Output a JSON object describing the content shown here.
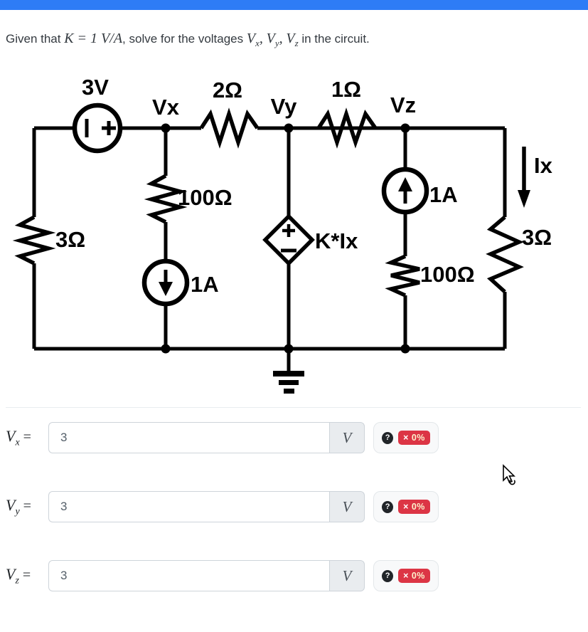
{
  "top_bar": {
    "color": "#2e7cf6"
  },
  "problem": {
    "given": "Given that ",
    "k_expr": "K = 1 V/A",
    "mid": ", solve for the voltages ",
    "v_base": "V",
    "sub_x": "x",
    "sub_y": "y",
    "sub_z": "z",
    "comma": ",",
    "end": " in the circuit."
  },
  "circuit": {
    "labels": {
      "source_3v": "3V",
      "source_minus": "|",
      "source_plus": "+",
      "node_vx": "Vx",
      "r_2ohm": "2Ω",
      "node_vy": "Vy",
      "r_1ohm": "1Ω",
      "node_vz": "Vz",
      "r_100_left": "100Ω",
      "cs_down_1a": "1A",
      "dep_source": "K*Ix",
      "cs_up_1a": "1A",
      "r_100_right": "100Ω",
      "r_3_left": "3Ω",
      "r_3_right": "3Ω",
      "ix_current": "Ix"
    }
  },
  "answers": {
    "rows": [
      {
        "var_base": "V",
        "var_sub": "x",
        "eq": "=",
        "value": "3",
        "unit": "V",
        "help_icon": "?",
        "badge_x": "×",
        "badge_pct": "0%"
      },
      {
        "var_base": "V",
        "var_sub": "y",
        "eq": "=",
        "value": "3",
        "unit": "V",
        "help_icon": "?",
        "badge_x": "×",
        "badge_pct": "0%"
      },
      {
        "var_base": "V",
        "var_sub": "z",
        "eq": "=",
        "value": "3",
        "unit": "V",
        "help_icon": "?",
        "badge_x": "×",
        "badge_pct": "0%"
      }
    ]
  }
}
